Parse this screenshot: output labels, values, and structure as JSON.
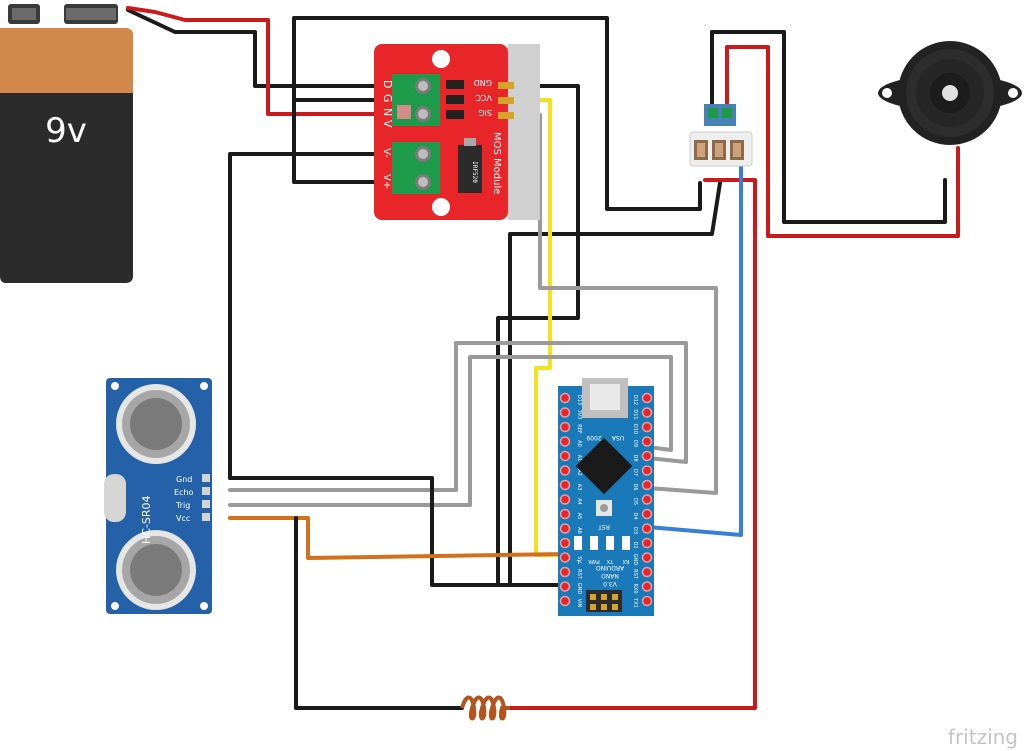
{
  "battery": {
    "label": "9v"
  },
  "mos_module": {
    "title": "MOS Module",
    "chip": "IRF520",
    "left_pins": [
      "V",
      "N",
      "G",
      "D"
    ],
    "power_pins": [
      "V+",
      "V-"
    ],
    "signal_pins": [
      "GND",
      "VCC",
      "SIG"
    ]
  },
  "sensor": {
    "model": "HC-SR04",
    "pins": [
      "Gnd",
      "Echo",
      "Trig",
      "Vcc"
    ]
  },
  "nano": {
    "name": "ARDUINO",
    "model": "NANO",
    "version": "V3.0",
    "year": "2009",
    "country": "USA",
    "reset": "RST",
    "leds": [
      "L",
      "PWR",
      "TX",
      "RX"
    ],
    "top_pins": [
      "D12",
      "D11",
      "D10",
      "D9",
      "D8",
      "D7",
      "D6",
      "D5",
      "D4",
      "D3",
      "D2",
      "GND",
      "RST",
      "RX0",
      "TX1"
    ],
    "bottom_pins": [
      "D13",
      "3V3",
      "REF",
      "A0",
      "A1",
      "A2",
      "A3",
      "A4",
      "A5",
      "A6",
      "A7",
      "5V",
      "RST",
      "GND",
      "VIN"
    ]
  },
  "watermark": {
    "text": "fritzing"
  },
  "colors": {
    "wire_black": "#1a1a1a",
    "wire_red": "#cc1a1a",
    "wire_yellow": "#f2e31f",
    "wire_gray": "#9a9a9a",
    "wire_blue": "#3a7fd6",
    "wire_orange": "#d3701c",
    "module_red": "#e8262a",
    "nano_blue": "#1a7ab9",
    "sensor_blue": "#2461a8",
    "battery_orange": "#d1884a",
    "battery_black": "#2b2b2b",
    "terminal_green": "#1d9a4a"
  }
}
